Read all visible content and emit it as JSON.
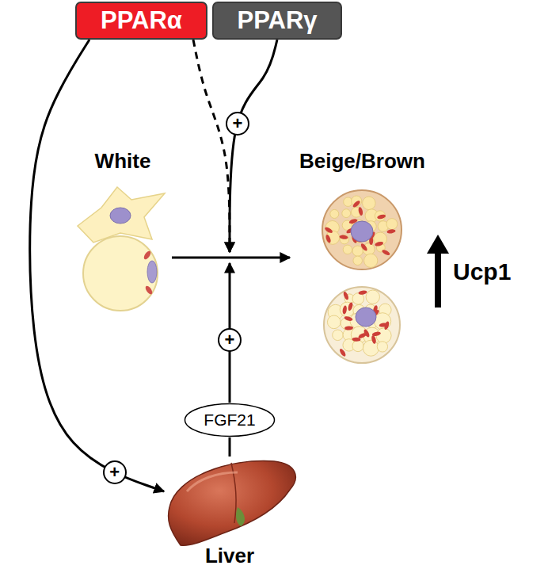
{
  "diagram": {
    "nodes": [
      {
        "text": [
          "PPARα"
        ]
      },
      {
        "text": [
          "PPARγ"
        ]
      },
      {
        "text": [
          "White"
        ]
      },
      {
        "text": [
          "Beige/Brown"
        ]
      },
      {
        "text": [
          "FGF21"
        ]
      },
      {
        "text": [
          "Liver"
        ]
      }
    ],
    "edges": [
      {
        "from": 0,
        "to": 5,
        "arrow": "to",
        "label": "+"
      },
      {
        "from": 2,
        "to": 3,
        "arrow": "to"
      },
      {
        "from": 0,
        "to": 3,
        "arrow": "to"
      },
      {
        "from": 1,
        "to": 3,
        "arrow": "to",
        "label": "+"
      },
      {
        "from": 5,
        "to": 4,
        "arrow": "none"
      },
      {
        "from": 4,
        "to": 3,
        "arrow": "to",
        "label": "+"
      }
    ],
    "labels": [
      "Ucp1"
    ]
  }
}
